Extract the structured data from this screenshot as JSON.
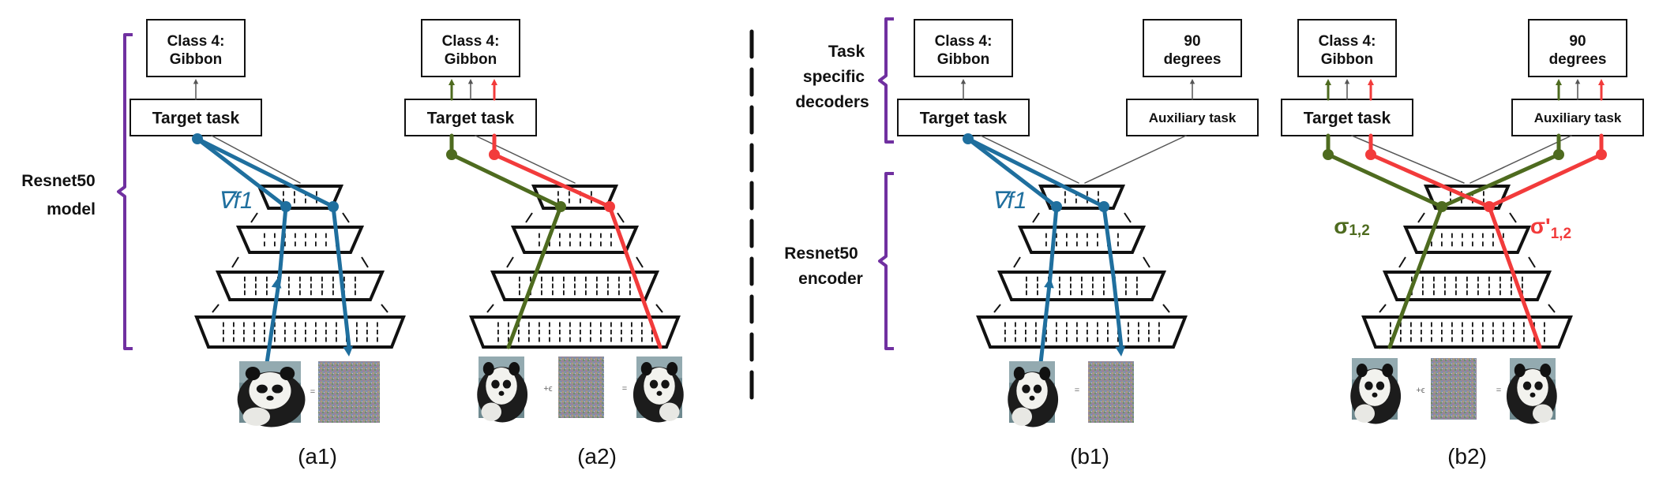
{
  "colors": {
    "blue": "#1f6f9e",
    "green": "#4e6b1f",
    "red": "#f23b3b",
    "purple": "#7030a0",
    "black": "#111111",
    "gray_arrow": "#555555"
  },
  "labels": {
    "resnet_model": [
      "Resnet50",
      "model"
    ],
    "task_decoders": [
      "Task",
      "specific",
      "decoders"
    ],
    "resnet_encoder": [
      "Resnet50",
      "encoder"
    ],
    "grad": "∇f1",
    "sigma": "σ",
    "sigma_sub": "1,2",
    "sigma_prime": "σ'",
    "sigma_prime_sub": "1,2",
    "plus_eps": "+ϵ",
    "equals": "="
  },
  "panels": [
    {
      "id": "a1",
      "caption": "(a1)",
      "class_box": [
        "Class 4:",
        "Gibbon"
      ],
      "task_box": "Target task"
    },
    {
      "id": "a2",
      "caption": "(a2)",
      "class_box": [
        "Class 4:",
        "Gibbon"
      ],
      "task_box": "Target task"
    },
    {
      "id": "b1",
      "caption": "(b1)",
      "class_box": [
        "Class 4:",
        "Gibbon"
      ],
      "task_box": "Target task",
      "aux_out_box": [
        "90",
        "degrees"
      ],
      "aux_task_box": "Auxiliary task"
    },
    {
      "id": "b2",
      "caption": "(b2)",
      "class_box": [
        "Class 4:",
        "Gibbon"
      ],
      "task_box": "Target task",
      "aux_out_box": [
        "90",
        "degrees"
      ],
      "aux_task_box": "Auxiliary task"
    }
  ],
  "icons": [
    "panda-image",
    "noise-image",
    "arrow-up-icon"
  ]
}
